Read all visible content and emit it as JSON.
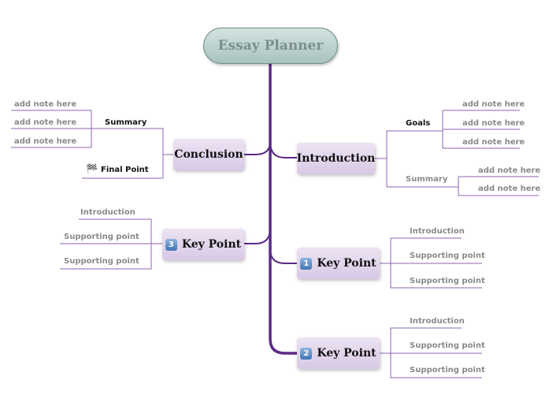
{
  "root": {
    "title": "Essay Planner"
  },
  "branches": {
    "introduction": {
      "label": "Introduction",
      "goals": {
        "label": "Goals",
        "notes": [
          "add note here",
          "add note here",
          "add note here"
        ]
      },
      "summary": {
        "label": "Summary",
        "notes": [
          "add note here",
          "add note here"
        ]
      }
    },
    "key_point_1": {
      "badge": "1",
      "label": "Key Point",
      "children": [
        "Introduction",
        "Supporting point",
        "Supporting point"
      ]
    },
    "key_point_2": {
      "badge": "2",
      "label": "Key Point",
      "children": [
        "Introduction",
        "Supporting point",
        "Supporting point"
      ]
    },
    "key_point_3": {
      "badge": "3",
      "label": "Key Point",
      "children": [
        "Introduction",
        "Supporting point",
        "Supporting point"
      ]
    },
    "conclusion": {
      "label": "Conclusion",
      "summary": {
        "label": "Summary",
        "notes": [
          "add note here",
          "add note here",
          "add note here"
        ]
      },
      "final_point": {
        "label": "Final Point",
        "icon": "checkered-flag-icon"
      }
    }
  },
  "colors": {
    "connector": "#5b2a86",
    "thin_line": "#8e63b3",
    "root_fill": "#b9cfcb",
    "node_fill": "#e3d7ec",
    "badge": "#4f83c2"
  }
}
